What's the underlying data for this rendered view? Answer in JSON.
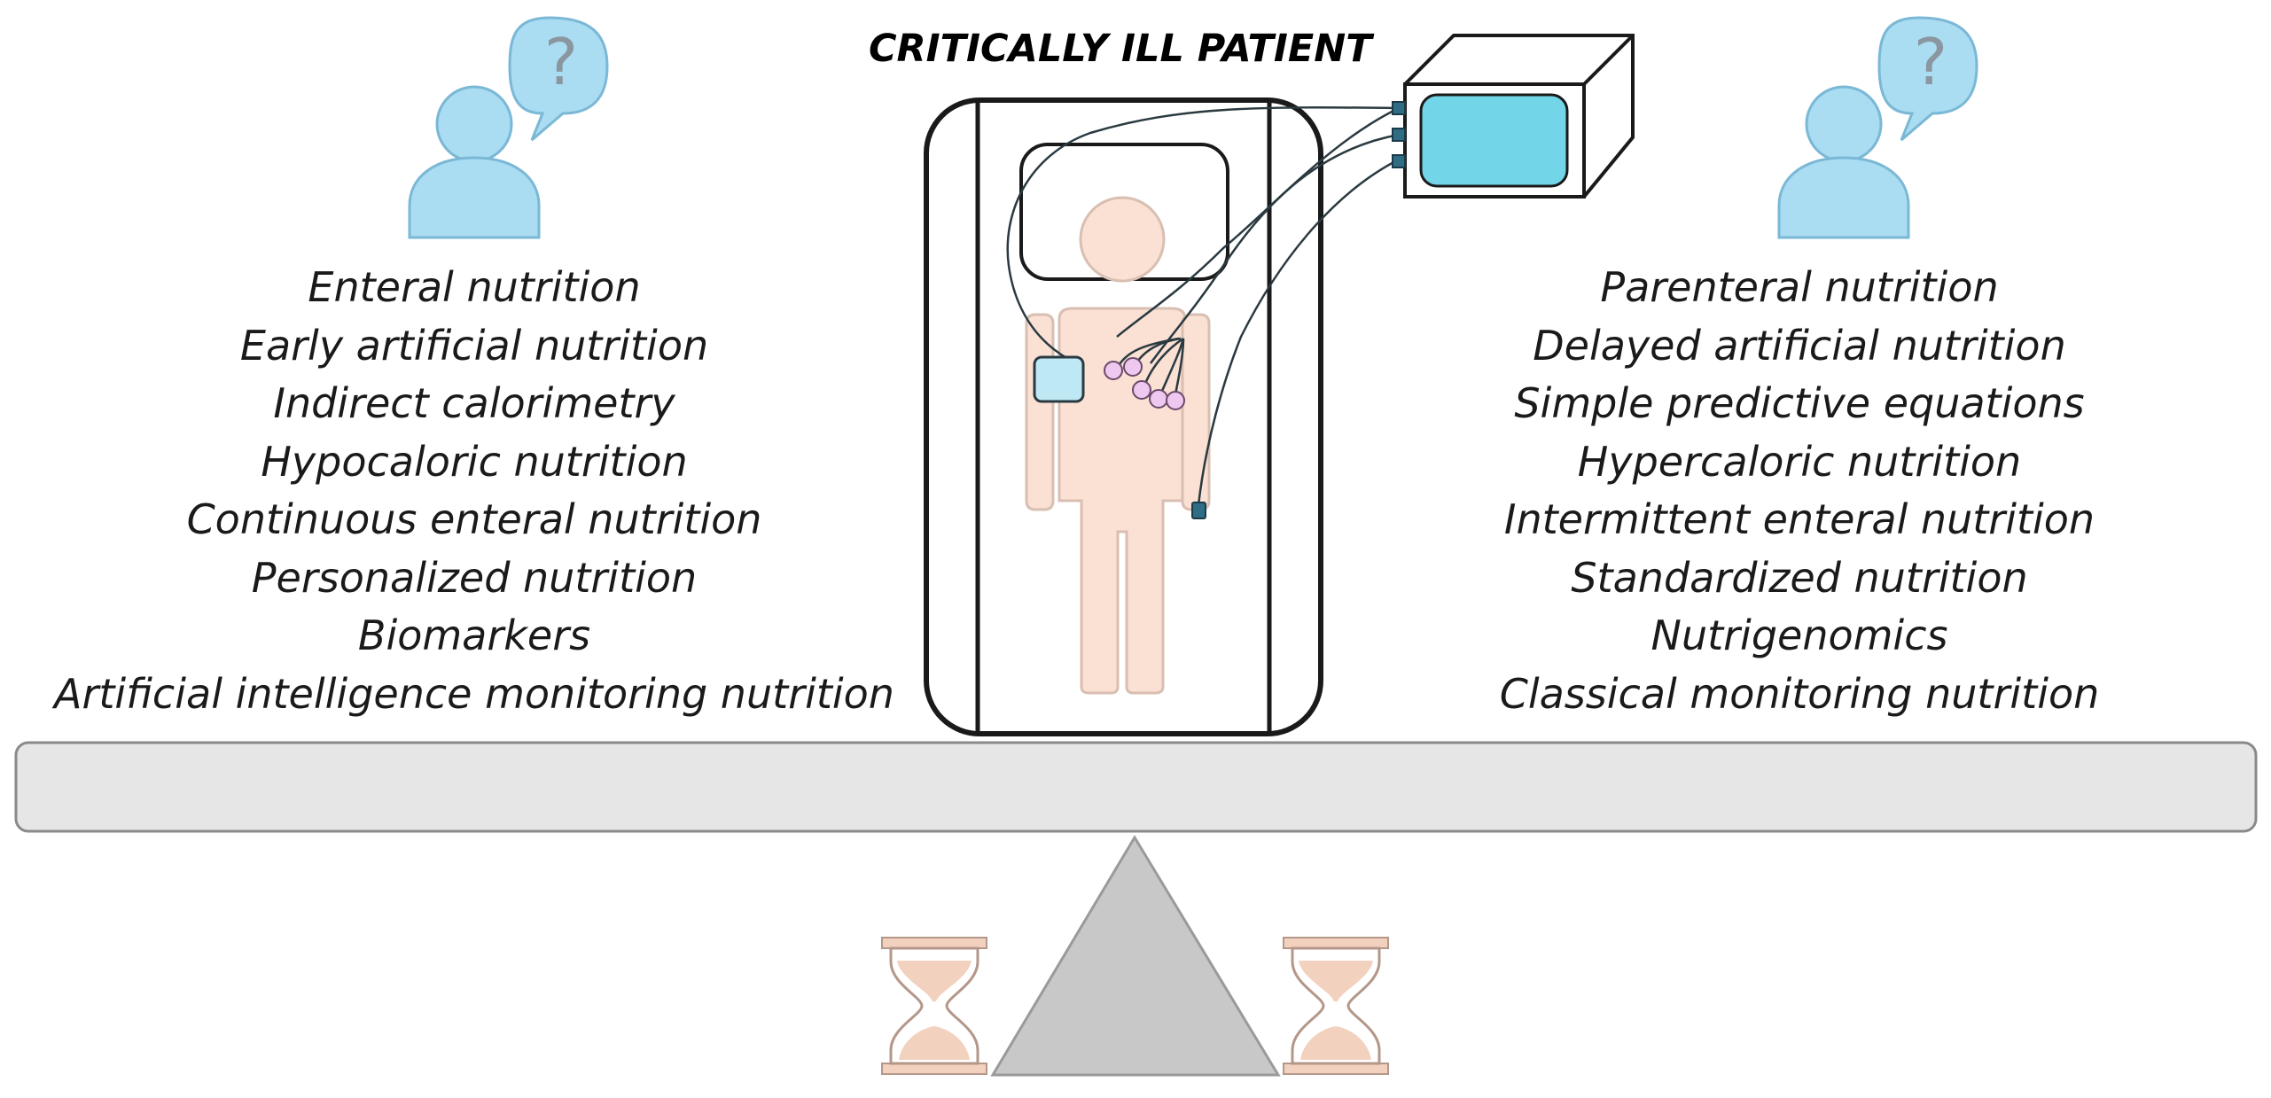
{
  "title": "CRITICALLY ILL PATIENT",
  "left_items": [
    "Enteral nutrition",
    "Early artificial nutrition",
    "Indirect calorimetry",
    "Hypocaloric nutrition",
    "Continuous enteral nutrition",
    "Personalized nutrition",
    "Biomarkers",
    "Artificial intelligence monitoring nutrition"
  ],
  "right_items": [
    "Parenteral nutrition",
    "Delayed artificial nutrition",
    "Simple predictive equations",
    "Hypercaloric nutrition",
    "Intermittent enteral nutrition",
    "Standardized nutrition",
    "Nutrigenomics",
    "Classical monitoring nutrition"
  ],
  "icons": {
    "left_person": "person-question-icon",
    "right_person": "person-question-icon",
    "monitor": "monitor-icon",
    "left_hourglass": "hourglass-icon",
    "right_hourglass": "hourglass-icon"
  },
  "colors": {
    "person": "#aadcf2",
    "person_stroke": "#7ab8d6",
    "monitor_screen": "#73d6e8",
    "patient": "#fbe0d4",
    "electrodes": "#eec8ee",
    "balance_beam": "#e6e6e6",
    "fulcrum": "#c8c8c8",
    "hourglass": "#f2d2bf"
  }
}
